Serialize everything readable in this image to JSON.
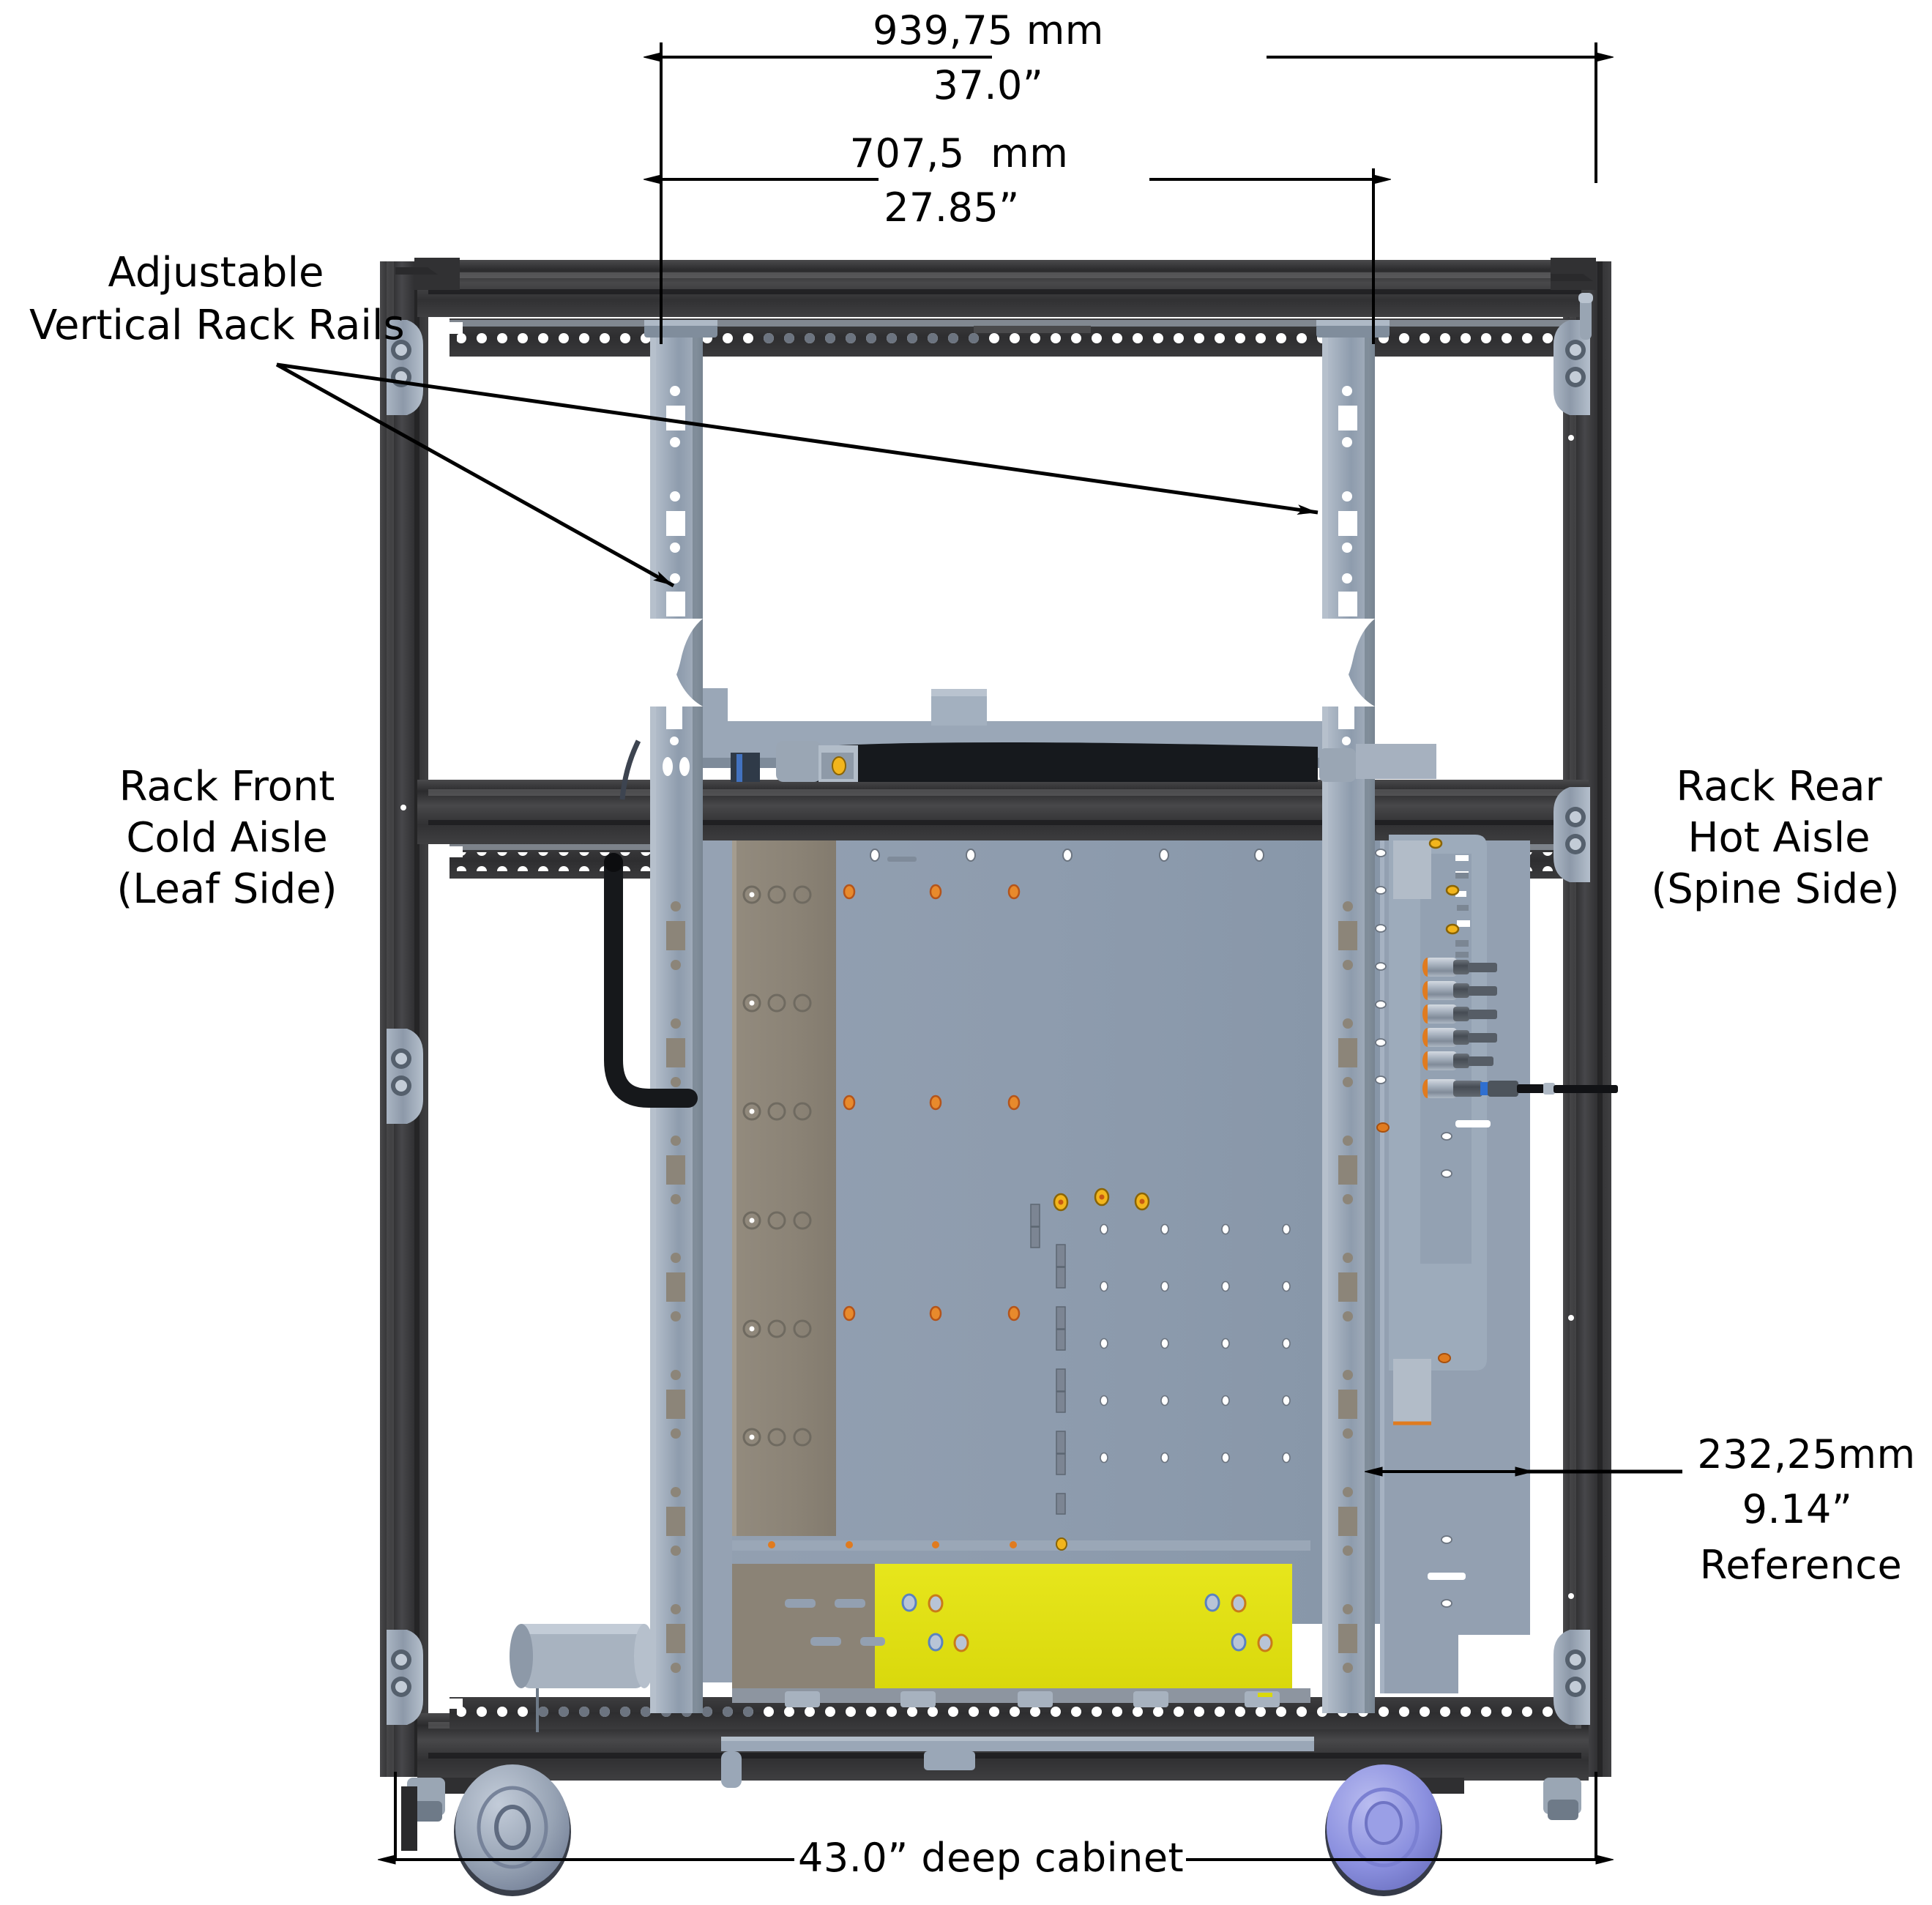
{
  "drawing": {
    "title": "Rack cabinet front elevation with adjustable vertical rack rails",
    "colors": {
      "frame_dark": "#3a3a3c",
      "frame_darker": "#2c2c2e",
      "rail_blue_gray": "#93a0b0",
      "panel_gray": "#8f9daf",
      "panel_taupe": "#8d8578",
      "yellow_label": "#e3e215",
      "caster_blue": "#8b90df",
      "caster_gray": "#9aa6b8",
      "line_black": "#000000",
      "accent_orange": "#e07b1f",
      "accent_gold": "#f0b41a"
    }
  },
  "dimensions": {
    "top": {
      "mm": "939,75 mm",
      "inch": "37.0”"
    },
    "second": {
      "mm": "707,5  mm",
      "inch": "27.85”"
    },
    "right": {
      "mm": "232,25mm",
      "inch": "9.14”",
      "note": "Reference"
    },
    "bottom": {
      "label": "43.0” deep cabinet"
    }
  },
  "annotations": {
    "rails": {
      "line1": "Adjustable",
      "line2": "Vertical Rack Rails"
    },
    "front": {
      "line1": "Rack Front",
      "line2": "Cold Aisle",
      "line3": "(Leaf Side)"
    },
    "rear": {
      "line1": "Rack Rear",
      "line2": "Hot Aisle",
      "line3": "(Spine Side)"
    }
  }
}
